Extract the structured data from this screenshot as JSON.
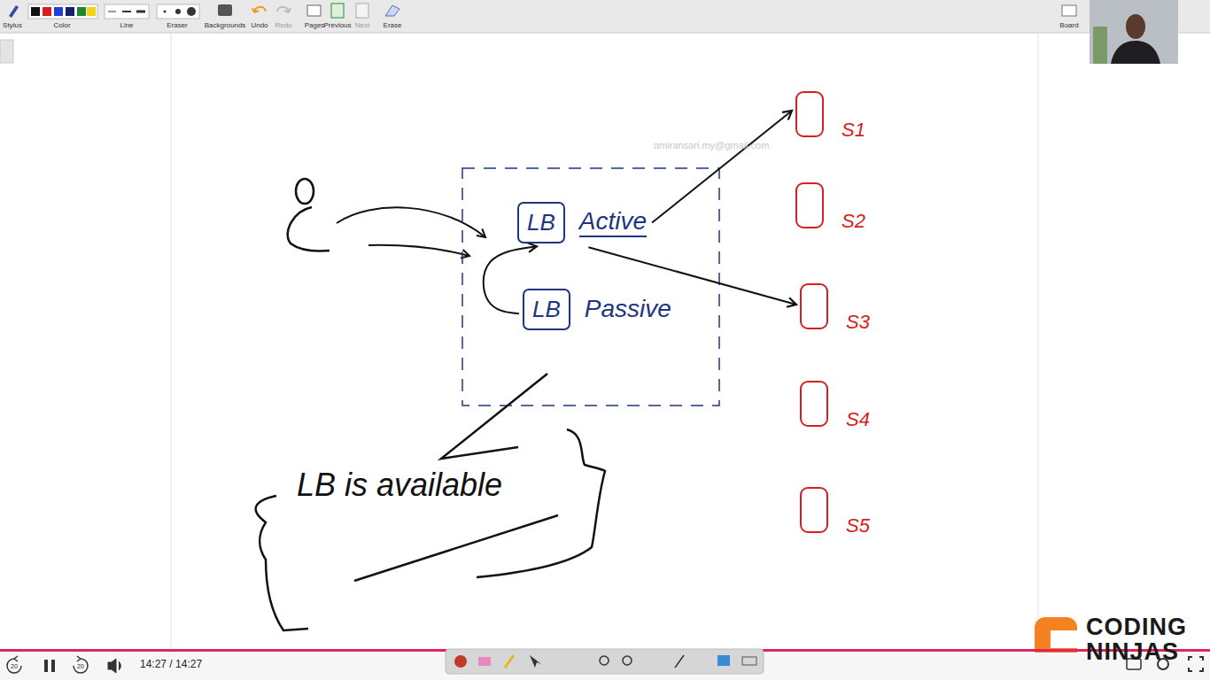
{
  "diagram": {
    "nodes": [
      {
        "text": [
          "LB",
          "Active"
        ]
      },
      {
        "text": [
          "LB",
          "Passive"
        ]
      },
      {
        "text": [
          "S1"
        ]
      },
      {
        "text": [
          "S2"
        ]
      },
      {
        "text": [
          "S3"
        ]
      },
      {
        "text": [
          "S4"
        ]
      },
      {
        "text": [
          "S5"
        ]
      }
    ],
    "edges": [
      {
        "from": 0,
        "to": 2,
        "arrow": "to"
      },
      {
        "from": 0,
        "to": 4,
        "arrow": "to"
      },
      {
        "from": 1,
        "to": 0,
        "arrow": "to"
      }
    ],
    "labels": [
      "Stylus",
      "Color",
      "Line",
      "Eraser",
      "Backgrounds",
      "Undo",
      "Redo",
      "Pages",
      "Previous",
      "Next",
      "Erase",
      "Board",
      "amiransari.my@gmail.com",
      "LB is available",
      "20",
      "20",
      "14:27 / 14:27",
      "CODING",
      "NINJAS"
    ]
  }
}
